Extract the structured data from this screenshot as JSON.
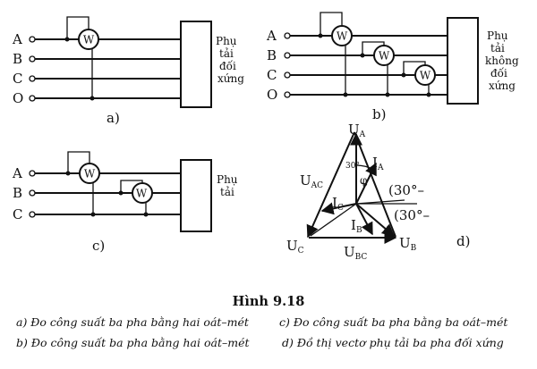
{
  "panel_a": {
    "terminals": [
      "A",
      "B",
      "C",
      "O"
    ],
    "wattmeter": "W",
    "load": [
      "Phụ",
      "tải",
      "đối",
      "xứng"
    ],
    "label": "a)"
  },
  "panel_b": {
    "terminals": [
      "A",
      "B",
      "C",
      "O"
    ],
    "wattmeters": [
      "W",
      "W",
      "W"
    ],
    "load": [
      "Phụ",
      "tải",
      "không",
      "đối",
      "xứng"
    ],
    "label": "b)"
  },
  "panel_c": {
    "terminals": [
      "A",
      "B",
      "C"
    ],
    "wattmeters": [
      "W",
      "W"
    ],
    "load": [
      "Phụ",
      "tải"
    ],
    "label": "c)"
  },
  "panel_d": {
    "label": "d)",
    "vectors": {
      "ua": "U",
      "ua_sub": "A",
      "ub": "U",
      "ub_sub": "B",
      "uc": "U",
      "uc_sub": "C",
      "uac": "U",
      "uac_sub": "AC",
      "ubc": "U",
      "ubc_sub": "BC",
      "ia": "I",
      "ia_sub": "A",
      "ib": "I",
      "ib_sub": "B",
      "ic": "I",
      "ic_sub": "C"
    },
    "angle_30": "30°",
    "phi": "φ",
    "note_1": "(30°–",
    "note_2": "(30°–"
  },
  "caption": {
    "title": "Hình 9.18",
    "a": "a) Đo công suất ba pha bằng hai  oát–mét",
    "b": "b) Đo công suất ba pha bằng hai  oát–mét",
    "c": "c) Đo công suất ba pha bằng ba oát–mét",
    "d": "d) Đồ thị vectơ phụ tải ba pha đối xứng"
  }
}
